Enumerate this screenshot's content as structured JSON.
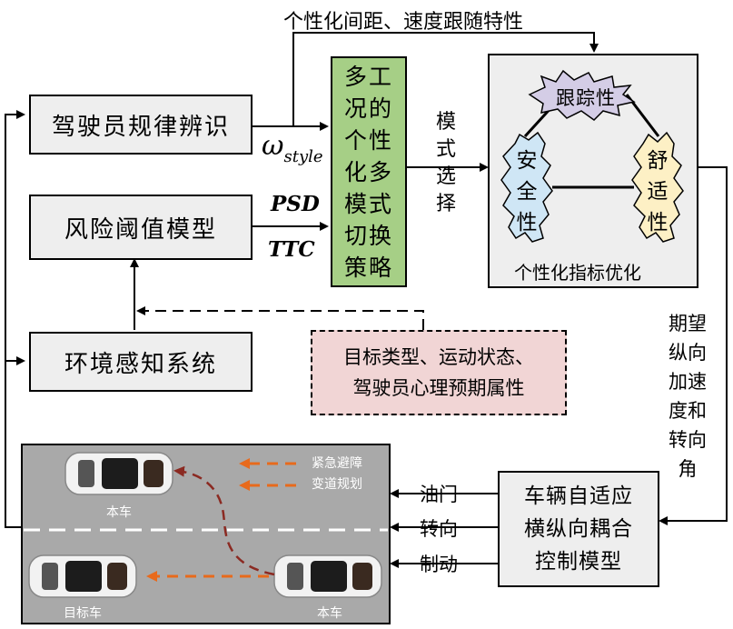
{
  "top_label": "个性化间距、速度跟随特性",
  "driver_box": "驾驶员规律辨识",
  "omega": "ω",
  "omega_sub": "style",
  "risk_box": "风险阈值模型",
  "psd": "PSD",
  "ttc": "TTC",
  "env_box": "环境感知系统",
  "strategy_lines": [
    "多工",
    "况的",
    "个性",
    "化多",
    "模式",
    "切换",
    "策略"
  ],
  "mode_select_lines": [
    "模",
    "式",
    "选",
    "择"
  ],
  "optimization": {
    "top": "跟踪性",
    "left": "安\n全\n性",
    "right": "舒\n适\n性",
    "caption": "个性化指标优化"
  },
  "info_box": {
    "line1": "目标类型、运动状态、",
    "line2": "驾驶员心理预期属性"
  },
  "expected_lines": [
    "期望",
    "纵向",
    "加速",
    "度和",
    "转向",
    "角"
  ],
  "controller_box": {
    "line1": "车辆自适应",
    "line2": "横纵向耦合",
    "line3": "控制模型"
  },
  "signals": {
    "throttle": "油门",
    "steering": "转向",
    "brake": "制动"
  },
  "scene": {
    "emergency_line1": "紧急避障",
    "emergency_line2": "变道规划",
    "ego_top": "本车",
    "ego_bottom": "本车",
    "target": "目标车"
  },
  "colors": {
    "strategy_fill": "#a6cf86",
    "tracking_fill": "#d4cde6",
    "safety_fill": "#cfe6f5",
    "comfort_fill": "#fdf0c5",
    "info_fill": "#f1d5d5",
    "trajectory": "#8b2a22",
    "planning_arrow": "#e86a1c"
  }
}
